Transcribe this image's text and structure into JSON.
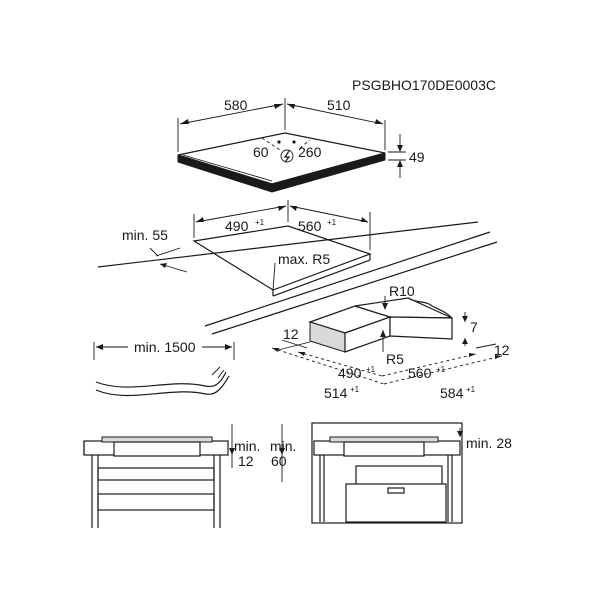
{
  "code": "PSGBHO170DE0003C",
  "hob": {
    "width": "580",
    "depth": "510",
    "height": "49",
    "cable_left": "60",
    "cable_right": "260"
  },
  "cutout": {
    "width": "490",
    "width_tol": "+1",
    "depth": "560",
    "depth_tol": "+1",
    "min_edge": "min. 55",
    "radius": "max. R5"
  },
  "cable": {
    "length": "min. 1500"
  },
  "frame": {
    "r10": "R10",
    "r5": "R5",
    "thickness": "7",
    "edge": "12",
    "edge_right": "12",
    "inner_width": "490",
    "inner_width_tol": "+1",
    "inner_depth": "560",
    "inner_depth_tol": "+1",
    "outer_width": "514",
    "outer_width_tol": "+1",
    "outer_depth": "584",
    "outer_depth_tol": "+1"
  },
  "section_left": {
    "min_label_1": "min.",
    "min_value_1": "12",
    "min_label_2": "min.",
    "min_value_2": "60"
  },
  "section_right": {
    "min_value": "min. 28"
  }
}
